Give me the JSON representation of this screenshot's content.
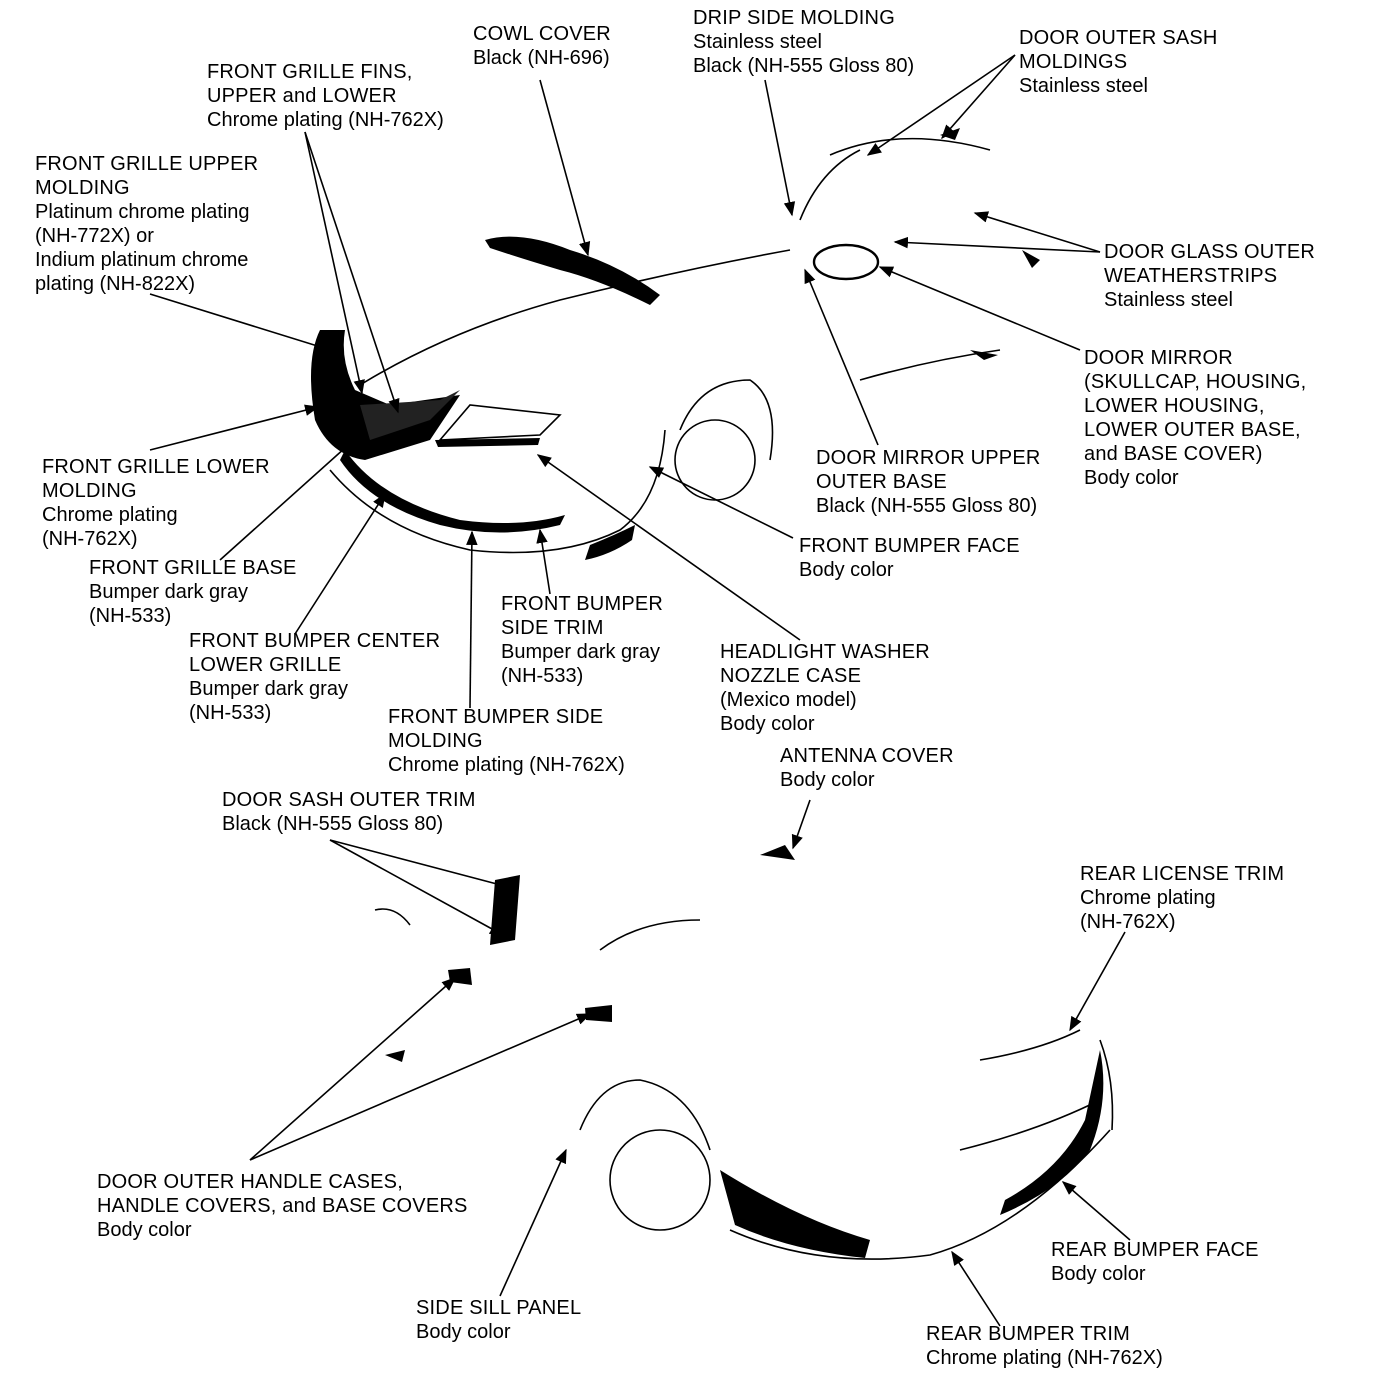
{
  "colors": {
    "ink": "#000000",
    "paper": "#ffffff"
  },
  "labels": {
    "cowl_cover": {
      "title": "COWL COVER",
      "spec": [
        "Black (NH-696)"
      ]
    },
    "drip_side_molding": {
      "title": "DRIP SIDE MOLDING",
      "spec": [
        "Stainless steel",
        "Black (NH-555 Gloss 80)"
      ]
    },
    "door_outer_sash_moldings": {
      "title": [
        "DOOR OUTER SASH",
        "MOLDINGS"
      ],
      "spec": [
        "Stainless steel"
      ]
    },
    "front_grille_fins": {
      "title": [
        "FRONT GRILLE FINS,",
        "UPPER and LOWER"
      ],
      "spec": [
        "Chrome plating (NH-762X)"
      ]
    },
    "front_grille_upper_molding": {
      "title": [
        "FRONT GRILLE UPPER",
        "MOLDING"
      ],
      "spec": [
        "Platinum chrome plating",
        "(NH-772X) or",
        "Indium platinum chrome",
        "plating (NH-822X)"
      ]
    },
    "door_glass_outer_weatherstrips": {
      "title": [
        "DOOR GLASS OUTER",
        "WEATHERSTRIPS"
      ],
      "spec": [
        "Stainless steel"
      ]
    },
    "door_mirror": {
      "title": [
        "DOOR MIRROR",
        "(SKULLCAP, HOUSING,",
        "LOWER HOUSING,",
        "LOWER OUTER BASE,",
        "and BASE COVER)"
      ],
      "spec": [
        "Body color"
      ]
    },
    "door_mirror_upper_outer_base": {
      "title": [
        "DOOR MIRROR UPPER",
        "OUTER BASE"
      ],
      "spec": [
        "Black (NH-555 Gloss 80)"
      ]
    },
    "front_grille_lower_molding": {
      "title": [
        "FRONT GRILLE LOWER",
        "MOLDING"
      ],
      "spec": [
        "Chrome plating",
        "(NH-762X)"
      ]
    },
    "front_bumper_face": {
      "title": [
        "FRONT BUMPER FACE"
      ],
      "spec": [
        "Body color"
      ]
    },
    "front_grille_base": {
      "title": [
        "FRONT GRILLE BASE"
      ],
      "spec": [
        "Bumper dark gray",
        "(NH-533)"
      ]
    },
    "front_bumper_side_trim": {
      "title": [
        "FRONT BUMPER",
        "SIDE TRIM"
      ],
      "spec": [
        "Bumper dark gray",
        "(NH-533)"
      ]
    },
    "front_bumper_center_lower_grille": {
      "title": [
        "FRONT BUMPER CENTER",
        "LOWER GRILLE"
      ],
      "spec": [
        "Bumper dark gray",
        "(NH-533)"
      ]
    },
    "headlight_washer_nozzle_case": {
      "title": [
        "HEADLIGHT WASHER",
        "NOZZLE CASE"
      ],
      "spec": [
        "(Mexico model)",
        "Body color"
      ]
    },
    "front_bumper_side_molding": {
      "title": [
        "FRONT BUMPER SIDE",
        "MOLDING"
      ],
      "spec": [
        "Chrome plating (NH-762X)"
      ]
    },
    "antenna_cover": {
      "title": [
        "ANTENNA COVER"
      ],
      "spec": [
        "Body color"
      ]
    },
    "door_sash_outer_trim": {
      "title": [
        "DOOR SASH OUTER TRIM"
      ],
      "spec": [
        "Black (NH-555 Gloss 80)"
      ]
    },
    "rear_license_trim": {
      "title": [
        "REAR LICENSE TRIM"
      ],
      "spec": [
        "Chrome plating",
        "(NH-762X)"
      ]
    },
    "door_outer_handle_cases": {
      "title": [
        "DOOR OUTER HANDLE CASES,",
        "HANDLE COVERS, and BASE COVERS"
      ],
      "spec": [
        "Body color"
      ]
    },
    "rear_bumper_face": {
      "title": [
        "REAR BUMPER FACE"
      ],
      "spec": [
        "Body color"
      ]
    },
    "side_sill_panel": {
      "title": [
        "SIDE SILL PANEL"
      ],
      "spec": [
        "Body color"
      ]
    },
    "rear_bumper_trim": {
      "title": [
        "REAR BUMPER TRIM"
      ],
      "spec": [
        "Chrome plating (NH-762X)"
      ]
    }
  }
}
